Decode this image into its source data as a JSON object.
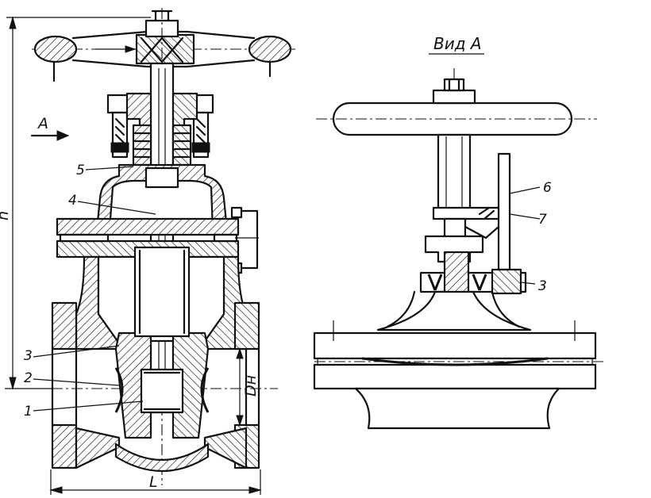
{
  "view_title": "Вид А",
  "arrow_label": "А",
  "dimensions": {
    "height_label": "h",
    "length_label": "L",
    "nominal_diameter_label": "Dн"
  },
  "callouts": {
    "left": [
      "5",
      "4",
      "3",
      "2",
      "1"
    ],
    "right": [
      "6",
      "7",
      "3"
    ]
  }
}
